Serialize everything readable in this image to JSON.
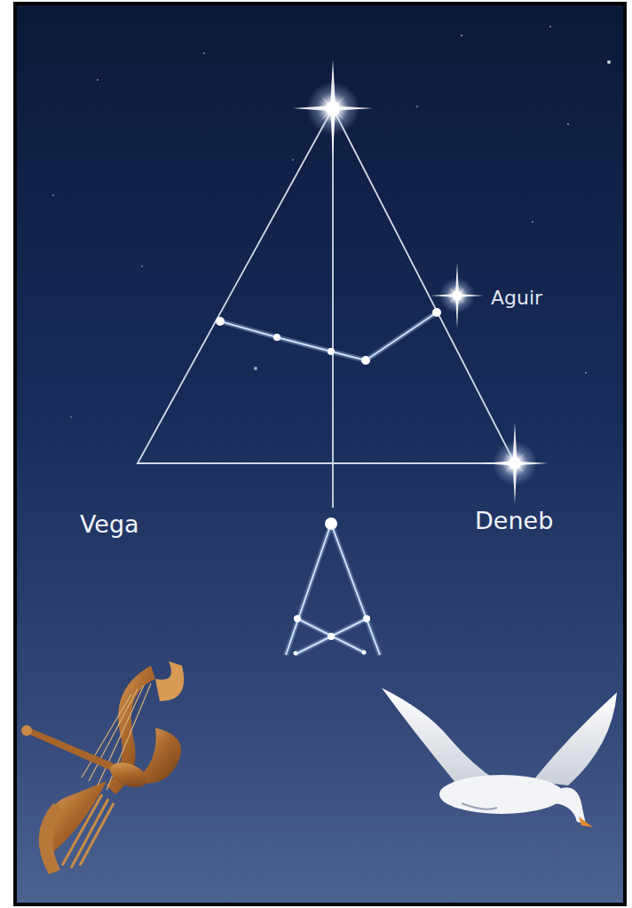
{
  "diagram": {
    "labels": [
      "Aguir",
      "Vega",
      "Deneb"
    ]
  }
}
